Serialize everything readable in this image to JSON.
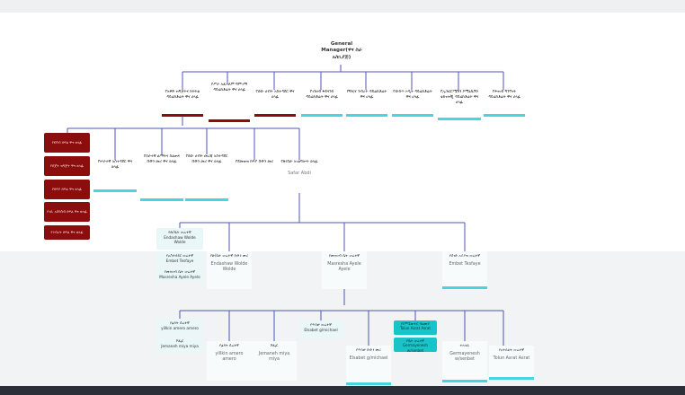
{
  "root": {
    "title": "General Manager(ዋና ስራ አስኪያጅ)"
  },
  "level1": [
    {
      "label": "የአቅድ ዝግጅትና ክትትል ዳይሬክቶሬት ዋና ሀላፊ",
      "bar": "red"
    },
    {
      "label": "የሥራ አፈጻጸም ግምገማ ዳይሬክቶሬት ዋና ሀላፊ",
      "bar": "red"
    },
    {
      "label": "የሰው ሀብት አስተዳደር ዋና ሀላፊ",
      "bar": "red"
    },
    {
      "label": "የገንዘብ ፋይናንስ ዳይሬክቶሬት ዋና ሀላፊ",
      "bar": "cyan"
    },
    {
      "label": "የግዢና ንብረት ዳይሬክቶሬት ዋና ሀላፊ",
      "bar": "cyan"
    },
    {
      "label": "የውስጥ ኦዲት ዳይሬክቶሬት ዋና ሀላፊ",
      "bar": "cyan"
    },
    {
      "label": "የኢንፎርሜሽን ኮሚኒኬሽን ቴክኖሎጂ ዳይሬክቶሬት ዋና ሀላፊ",
      "bar": "cyan"
    },
    {
      "label": "የሕዝብ ግንኙነት ዳይሬክቶሬት ዋና ሀላፊ",
      "bar": "cyan"
    }
  ],
  "red_boxes": [
    "የሂሳብ ክፍል ዋና ኃላፊ",
    "የበጀት ዝግጅት ዋና ኃላፊ",
    "የክፍያ ክፍል ዋና ኃላፊ",
    "የገቢ አሰባሰብ ክፍል ዋና ኃላፊ",
    "የንብረት ክፍል ዋና ኃላፊ"
  ],
  "level2": [
    {
      "label": "የሠራተኛ አስተዳደር ዋና ኃላፊ",
      "name": ""
    },
    {
      "label": "የሰራተኛ ልማትና ስልጠና ቡድን መሪ ዋና ኃላፊ",
      "name": ""
    },
    {
      "label": "የሰው ሀብት መረጃ አስተዳደር ቡድን መሪ ዋና ኃላፊ",
      "name": ""
    },
    {
      "label": "የደመወዝ ክፍያ ቡድን መሪ",
      "name": ""
    },
    {
      "label": "የጽ/ቤት አገልግሎት ኃላፊ",
      "name": "Safar Abdi"
    }
  ],
  "level3": {
    "left_stack": [
      {
        "label": "የጽ/ቤት ሠራተኛ",
        "name": "Endashaw Wolde Wolde"
      },
      {
        "label": "የአስተዳደር ሠራተኛ",
        "name": "Embet Tesfaye"
      },
      {
        "label": "የመዝገብ ቤት ሠራተኛ",
        "name": "Masresha Ayele Ayele"
      }
    ],
    "cards": [
      {
        "label": "የጽ/ቤት ሠራተኛ ቡድን መሪ",
        "name": "Endashaw Wolde Wolde"
      },
      {
        "label": "የመዝገብ ቤት ሠራተኛ",
        "name": "Masresha Ayele Ayele"
      },
      {
        "label": "የሰነድ አያያዝ ሠራተኛ",
        "name": "Embet Tesfaye"
      }
    ]
  },
  "level4": {
    "left_stack": [
      {
        "label": "የፅዳት ሰራተኛ",
        "name": "yillkin amero amero"
      },
      {
        "label": "ሾፌር",
        "name": "Jemaneh miya miya"
      }
    ],
    "cards": [
      {
        "label": "የፅዳት ሰራተኛ",
        "name": "yillkin amero amero"
      },
      {
        "label": "ሾፌር",
        "name": "Jemaneh miya miya"
      },
      {
        "label": "የጥበቃ ሠራተኛ",
        "name": "Elsabet g/michael"
      },
      {
        "label": "የጥበቃ ቡድን መሪ",
        "name": "Elsabet g/michael"
      },
      {
        "label": "ተላላኪ",
        "name": "Germayenesh w/senbet"
      },
      {
        "label": "የአትክልት ሠራተኛ",
        "name": "Tolun Asrat Asrat"
      }
    ],
    "teal": [
      {
        "label": "የኮምፒውተር ባለሙያ",
        "name": "Tolun Asrat Asrat"
      },
      {
        "label": "የቤት ሠራተኛ",
        "name": "Germayenesh w/senbet"
      }
    ]
  },
  "colors": {
    "red": "#8b0d0d",
    "cyan": "#47d6e0",
    "line": "#4d56b8",
    "teal": "#19c4c8"
  }
}
